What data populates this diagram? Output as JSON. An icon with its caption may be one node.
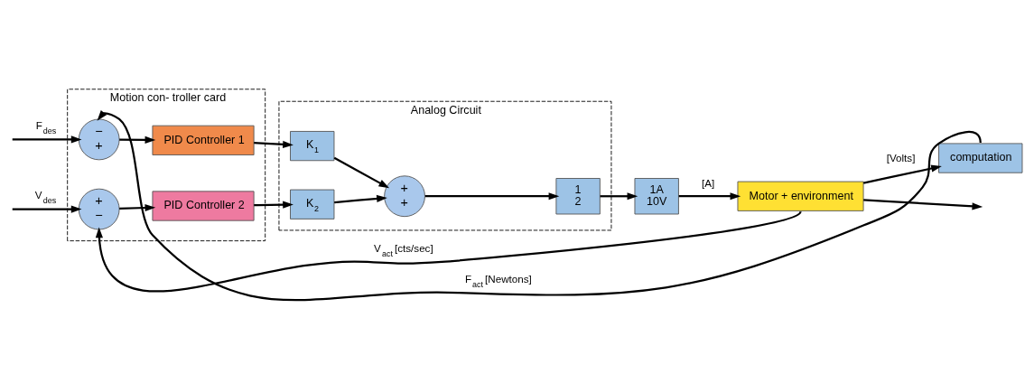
{
  "diagram": {
    "nodes": [
      {
        "text": [
          "Motion con- troller card"
        ]
      },
      {
        "text": [
          "Analog Circuit"
        ]
      },
      {
        "text": [
          "−",
          "+"
        ],
        "in": 0
      },
      {
        "text": [
          "PID Controller 1"
        ],
        "in": 0
      },
      {
        "text": [
          "+",
          "−"
        ],
        "in": 0
      },
      {
        "text": [
          "PID Controller 2"
        ],
        "in": 0
      },
      {
        "text": [
          "K$_{1}$"
        ],
        "in": 1
      },
      {
        "text": [
          "K$_{2}$"
        ],
        "in": 1
      },
      {
        "text": [
          "+",
          "+"
        ],
        "in": 1
      },
      {
        "text": [
          "1",
          "2"
        ],
        "in": 1
      },
      {
        "text": [
          "1A",
          "10V"
        ]
      },
      {
        "text": [
          "Motor + environment"
        ]
      },
      {
        "text": [
          "computation"
        ]
      }
    ],
    "edges": [
      {
        "from": null,
        "to": 2,
        "arrow": "to",
        "label": "F$_{des}$"
      },
      {
        "from": 2,
        "to": 3,
        "arrow": "to"
      },
      {
        "from": 3,
        "to": 6,
        "arrow": "to"
      },
      {
        "from": 6,
        "to": 8,
        "arrow": "to"
      },
      {
        "from": null,
        "to": 4,
        "arrow": "to",
        "label": "V$_{des}$"
      },
      {
        "from": 4,
        "to": 5,
        "arrow": "to"
      },
      {
        "from": 5,
        "to": 7,
        "arrow": "to"
      },
      {
        "from": 7,
        "to": 8,
        "arrow": "to"
      },
      {
        "from": 8,
        "to": 9,
        "arrow": "to"
      },
      {
        "from": 9,
        "to": 10,
        "arrow": "to"
      },
      {
        "from": 10,
        "to": 11,
        "arrow": "to",
        "label": "[A]"
      },
      {
        "from": 11,
        "to": 12,
        "arrow": "to",
        "label": "[Volts]"
      },
      {
        "from": 12,
        "to": 2,
        "arrow": "to",
        "label": "F$_{act}$ [Newtons]"
      },
      {
        "from": 11,
        "to": 4,
        "arrow": "to",
        "label": "V$_{act}$ [cts/sec]"
      },
      {
        "from": 11,
        "to": null,
        "arrow": "to"
      }
    ]
  }
}
